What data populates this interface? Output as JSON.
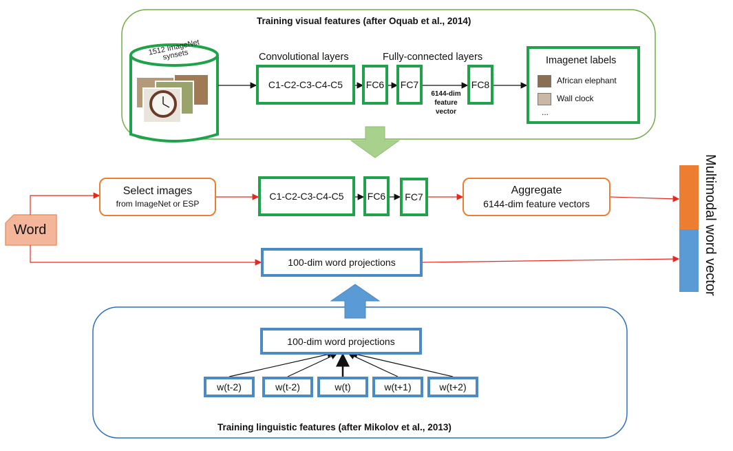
{
  "visual_panel": {
    "title": "Training visual features (after Oquab et al., 2014)",
    "db_label": "1512 ImageNet synsets",
    "conv_header": "Convolutional layers",
    "fc_header": "Fully-connected layers",
    "conv_box": "C1-C2-C3-C4-C5",
    "fc6": "FC6",
    "fc7": "FC7",
    "fc8": "FC8",
    "feature_note": "6144-dim feature vector",
    "labels_title": "Imagenet labels",
    "labels": [
      "African elephant",
      "Wall clock",
      "..."
    ]
  },
  "middle": {
    "word": "Word",
    "select_title": "Select images",
    "select_sub": "from ImageNet or ESP",
    "conv_box": "C1-C2-C3-C4-C5",
    "fc6": "FC6",
    "fc7": "FC7",
    "aggregate_title": "Aggregate",
    "aggregate_sub": "6144-dim feature vectors",
    "projection_box": "100-dim word projections",
    "multimodal_label": "Multimodal word vector"
  },
  "linguistic_panel": {
    "title": "Training linguistic features (after Mikolov et al., 2013)",
    "projection_box": "100-dim word projections",
    "context": [
      "w(t-2)",
      "w(t-2)",
      "w(t)",
      "w(t+1)",
      "w(t+2)"
    ]
  },
  "colors": {
    "green": "#1fa24a",
    "blue": "#4a8bc6",
    "orange": "#ed7d31",
    "red_arrow": "#e8281e",
    "word_fill": "#f4b69a",
    "light_green_arrow": "#a9d18e",
    "blue_arrow": "#5b9bd5"
  }
}
